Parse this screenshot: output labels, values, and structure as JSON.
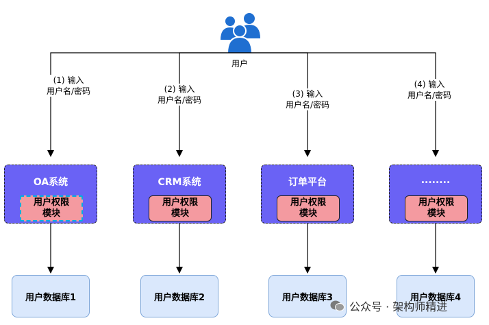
{
  "user_label": "用户",
  "edges": [
    {
      "step": "(1) 输入",
      "text": "用户名/密码"
    },
    {
      "step": "(2) 输入",
      "text": "用户名/密码"
    },
    {
      "step": "(3) 输入",
      "text": "用户名/密码"
    },
    {
      "step": "(4) 输入",
      "text": "用户名/密码"
    }
  ],
  "systems": [
    {
      "name": "OA系统",
      "module": "用户权限\n模块"
    },
    {
      "name": "CRM系统",
      "module": "用户权限\n模块"
    },
    {
      "name": "订单平台",
      "module": "用户权限\n模块"
    },
    {
      "name": "........",
      "module": "用户权限\n模块"
    }
  ],
  "databases": [
    "用户数据库1",
    "用户数据库2",
    "用户数据库3",
    "用户数据库4"
  ],
  "watermark": "公众号 · 架构师精进",
  "colors": {
    "system": "#6a62f5",
    "module": "#f49aa0",
    "database": "#dae8fc",
    "user_icon": "#1f6fd1"
  }
}
